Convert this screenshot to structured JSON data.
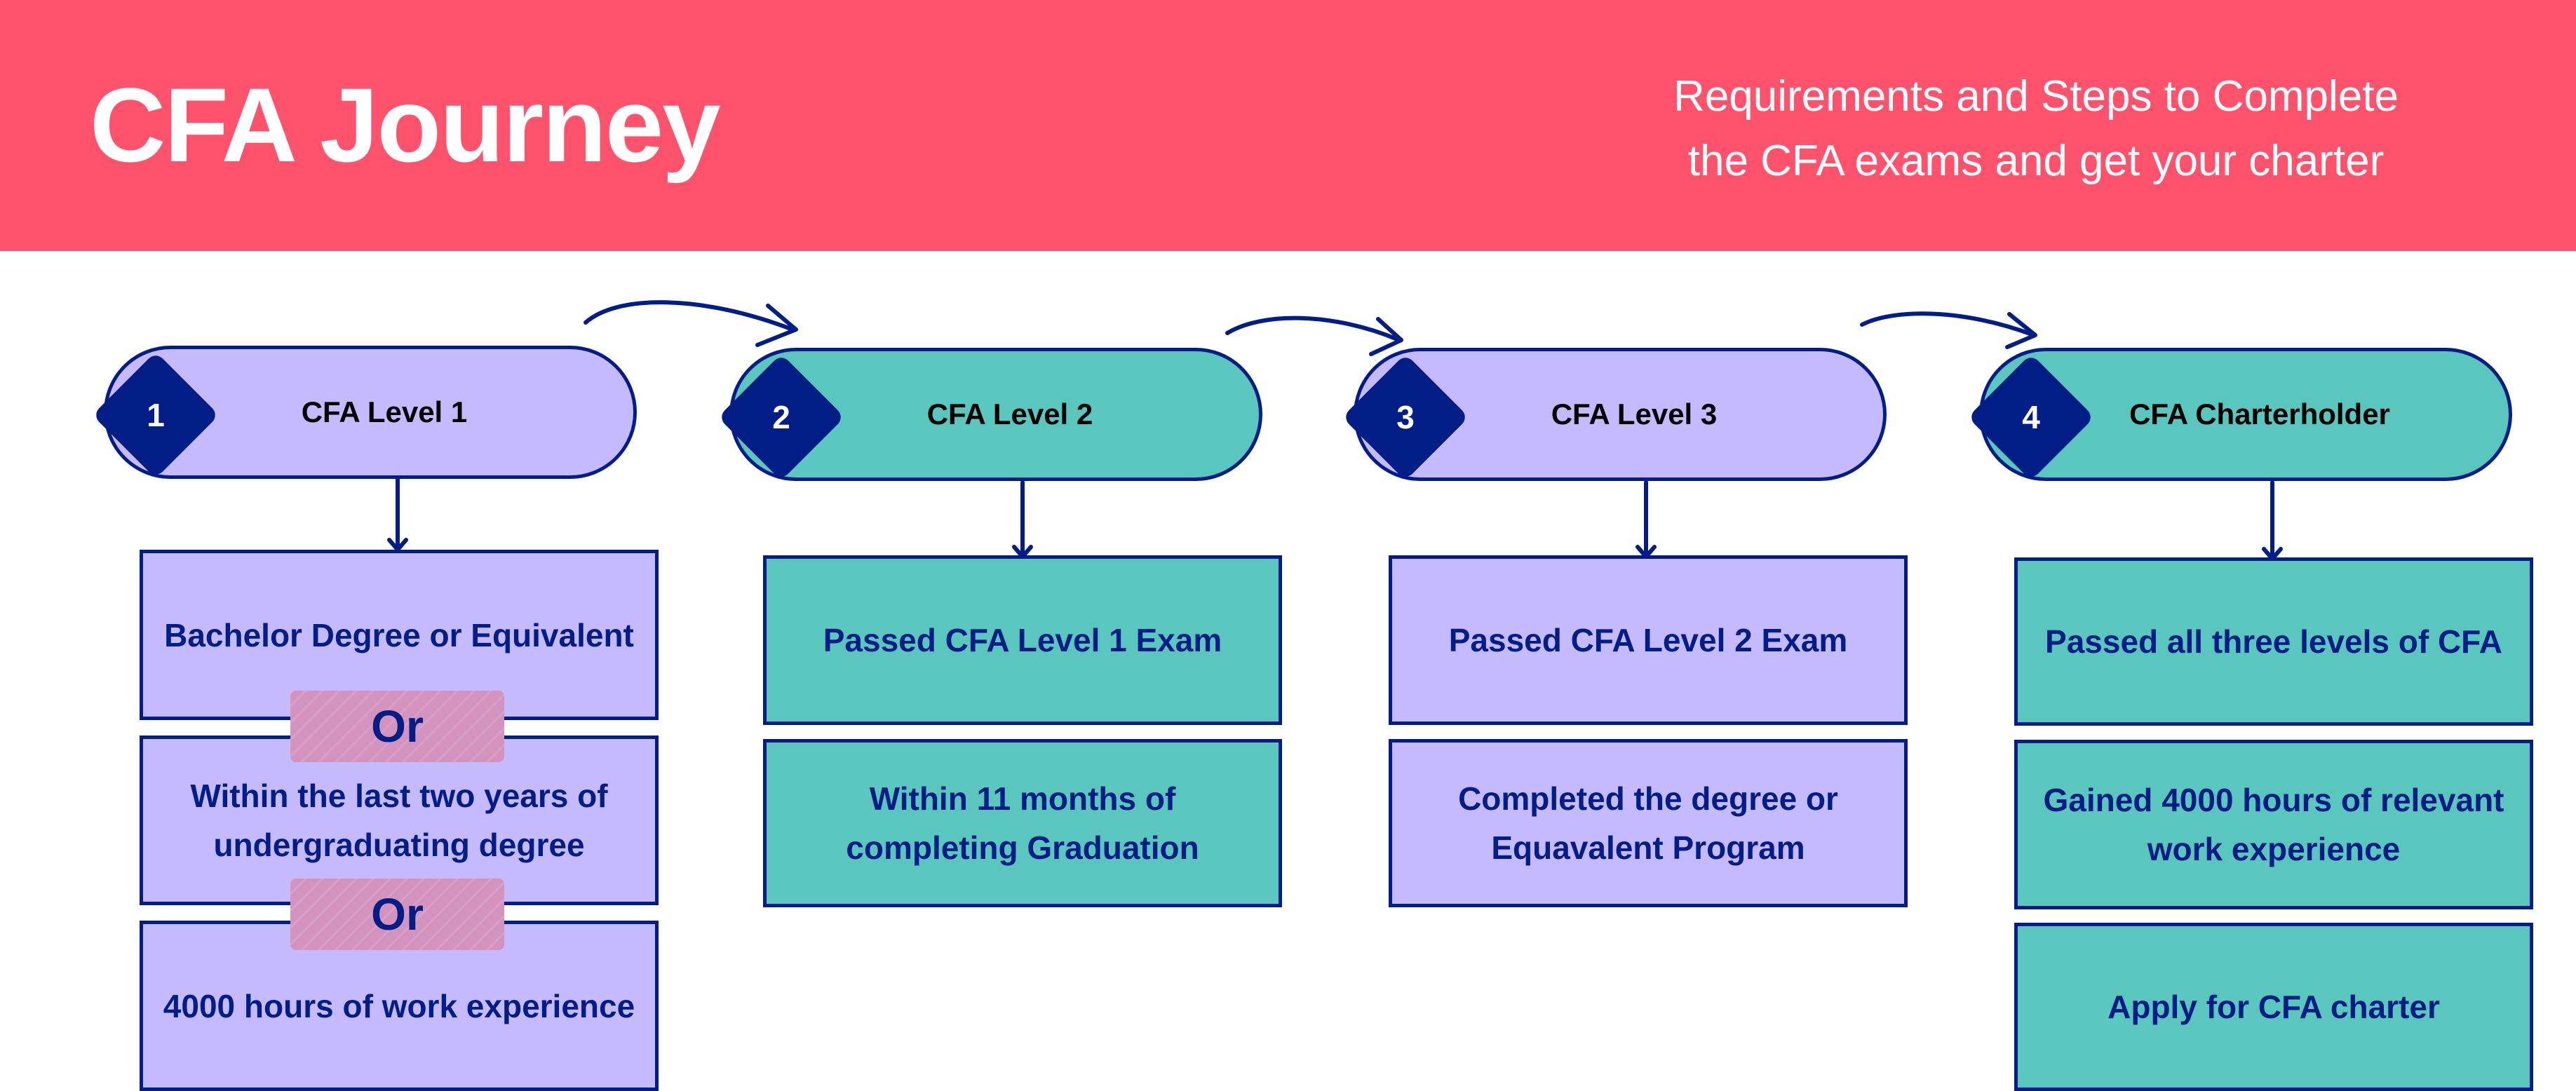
{
  "header": {
    "title": "CFA Journey",
    "subtitle_line1": "Requirements and Steps to Complete",
    "subtitle_line2": "the CFA exams and get your charter"
  },
  "colors": {
    "header_bg": "#ff526c",
    "navy": "#021d85",
    "lavender": "#c5bafd",
    "teal": "#5bc6bd",
    "or_highlight": "#d493be"
  },
  "steps": [
    {
      "number": "1",
      "label": "CFA Level 1",
      "color": "lavender",
      "requirements": [
        "Bachelor Degree or Equivalent",
        "Within the last two years of undergraduating degree",
        "4000 hours of work experience"
      ],
      "separators": [
        "Or",
        "Or"
      ]
    },
    {
      "number": "2",
      "label": "CFA Level 2",
      "color": "teal",
      "requirements": [
        "Passed CFA Level 1 Exam",
        "Within 11 months of completing Graduation"
      ]
    },
    {
      "number": "3",
      "label": "CFA Level 3",
      "color": "lavender",
      "requirements": [
        "Passed CFA Level 2 Exam",
        "Completed the degree or Equavalent Program"
      ]
    },
    {
      "number": "4",
      "label": "CFA Charterholder",
      "color": "teal",
      "requirements": [
        "Passed all three levels of CFA",
        "Gained 4000 hours of relevant work experience",
        "Apply for CFA charter"
      ]
    }
  ]
}
